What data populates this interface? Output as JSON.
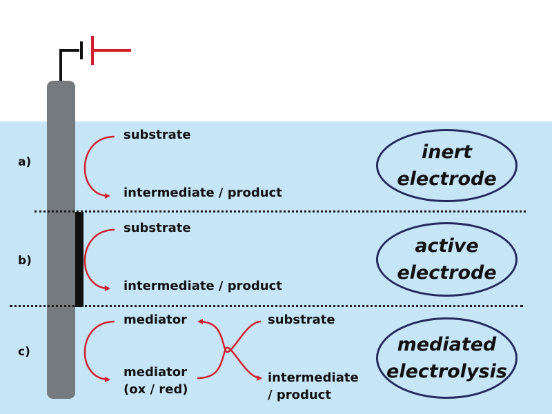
{
  "rows": [
    {
      "label": "a)",
      "substrate": "substrate",
      "product": "intermediate / product",
      "type_label": "inert\nelectrode"
    },
    {
      "label": "b)",
      "substrate": "substrate",
      "product": "intermediate / product",
      "type_label": "active\nelectrode"
    },
    {
      "label": "c)",
      "mediator_top": "mediator",
      "mediator_bottom": "mediator\n(ox / red)",
      "substrate": "substrate",
      "product": "intermediate\n/ product",
      "type_label": "mediated\nelectrolysis"
    }
  ],
  "colors": {
    "electrolyte": "#c6e5f7",
    "electrode": "#747a7e",
    "arrow": "#d01f2a",
    "oval_border": "#232a5c",
    "battery_negative": "#111111",
    "battery_positive": "#d01f2a"
  },
  "icons": {
    "battery": "battery-symbol",
    "arrow": "curved-arrow"
  }
}
